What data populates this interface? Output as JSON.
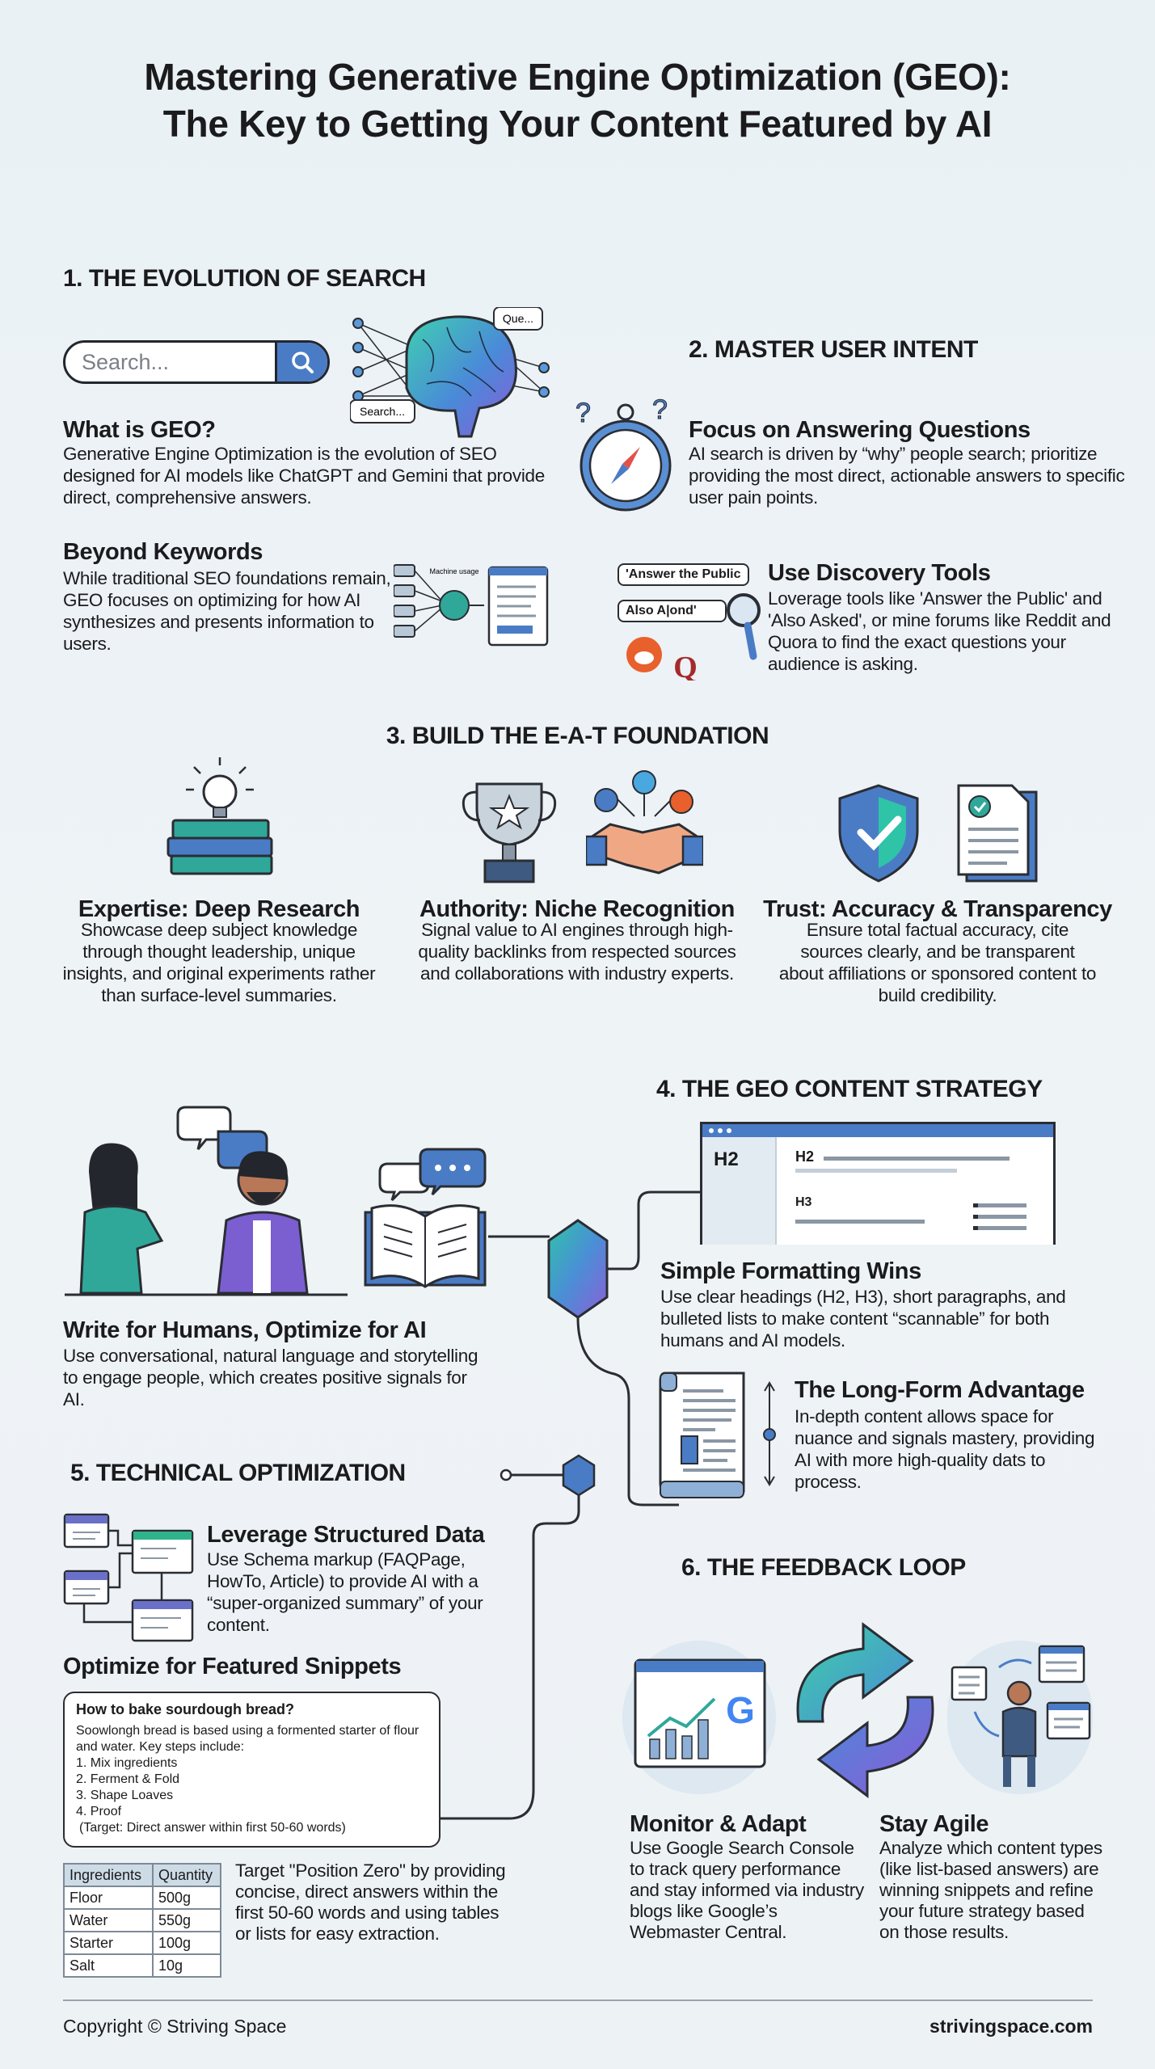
{
  "title": {
    "line1": "Mastering Generative Engine Optimization (GEO):",
    "line2": "The Key to Getting Your Content Featured by AI"
  },
  "section1": {
    "heading": "1. THE EVOLUTION OF SEARCH",
    "search_placeholder": "Search...",
    "brain_bubbles": [
      "Que...",
      "Search..."
    ],
    "what_is_geo": {
      "title": "What is GEO?",
      "body": "Generative Engine Optimization is the evolution of SEO designed for AI models like ChatGPT and Gemini that provide direct, comprehensive answers."
    },
    "beyond_keywords": {
      "title": "Beyond Keywords",
      "body": "While traditional SEO foundations remain, GEO focuses on optimizing for how AI synthesizes and presents information to users.",
      "icon_label": "Machine usage"
    }
  },
  "section2": {
    "heading": "2. MASTER USER INTENT",
    "focus": {
      "title": "Focus on Answering Questions",
      "body": "AI search is driven by “why” people search; prioritize providing the most direct, actionable answers to specific user pain points."
    },
    "discovery": {
      "title": "Use Discovery Tools",
      "body": "Loverage tools like 'Answer the Public' and 'Also Asked', or mine forums like Reddit and Quora to find the exact questions your audience is asking.",
      "pill1": "'Answer the Public",
      "pill2": "Also A|ond'",
      "quora_letter": "Q"
    }
  },
  "section3": {
    "heading": "3. BUILD THE E-A-T FOUNDATION",
    "columns": [
      {
        "title": "Expertise: Deep Research",
        "body": "Showcase deep subject knowledge through thought leadership, unique insights, and original experiments rather than surface-level summaries."
      },
      {
        "title": "Authority: Niche Recognition",
        "body": "Signal value to AI engines through high-quality backlinks from respected sources and collaborations with industry experts."
      },
      {
        "title": "Trust: Accuracy & Transparency",
        "body": "Ensure total factual accuracy, cite sources clearly, and be transparent about affiliations or sponsored content to build credibility."
      }
    ]
  },
  "section4": {
    "heading": "4. THE GEO CONTENT STRATEGY",
    "browser_labels": {
      "left": "H2",
      "h2": "H2",
      "h3": "H3"
    },
    "write_humans": {
      "title": "Write for Humans, Optimize for AI",
      "body": "Use conversational, natural language and storytelling to engage people, which creates positive signals for AI."
    },
    "formatting": {
      "title": "Simple Formatting Wins",
      "body": "Use clear headings (H2, H3), short paragraphs, and bulleted lists to make content “scannable” for both humans and AI models."
    },
    "long_form": {
      "title": "The Long-Form Advantage",
      "body": "In-depth content allows space for nuance and signals mastery, providing AI with more high-quality dats to process."
    }
  },
  "section5": {
    "heading": "5. TECHNICAL OPTIMIZATION",
    "structured": {
      "title": "Leverage Structured Data",
      "body": "Use Schema markup (FAQPage, HowTo, Article) to provide AI with a “super-organized summary” of your content."
    },
    "snippets_title": "Optimize for Featured Snippets",
    "snippet_box": {
      "question": "How to bake sourdough bread?",
      "intro": "Soowlongh bread is based using a formented starter of flour and water. Key steps include:",
      "steps": [
        "1. Mix ingredients",
        "2. Ferment & Fold",
        "3. Shape Loaves",
        "4. Proof"
      ],
      "note": "(Target: Direct answer within first 50-60 words)"
    },
    "table": {
      "headers": [
        "Ingredients",
        "Quantity"
      ],
      "rows": [
        [
          "Floor",
          "500g"
        ],
        [
          "Water",
          "550g"
        ],
        [
          "Starter",
          "100g"
        ],
        [
          "Salt",
          "10g"
        ]
      ]
    },
    "position_zero": "Target \"Position Zero\" by providing concise, direct answers within the first 50-60 words and using tables or lists for easy extraction."
  },
  "section6": {
    "heading": "6. THE FEEDBACK LOOP",
    "monitor": {
      "title": "Monitor & Adapt",
      "body": "Use Google Search Console to track query performance and stay informed via industry blogs like Google’s Webmaster Central."
    },
    "agile": {
      "title": "Stay Agile",
      "body": "Analyze which content types (like list-based answers) are winning snippets and refine your future strategy based on those results."
    },
    "google_letter": "G"
  },
  "footer": {
    "copyright": "Copyright © Striving Space",
    "site": "strivingspace.com"
  },
  "colors": {
    "accent_blue": "#4a7cc6",
    "teal": "#2fb3a0",
    "purple": "#7b5fd0",
    "text": "#1b1b1d",
    "background": "#eef3f6"
  }
}
